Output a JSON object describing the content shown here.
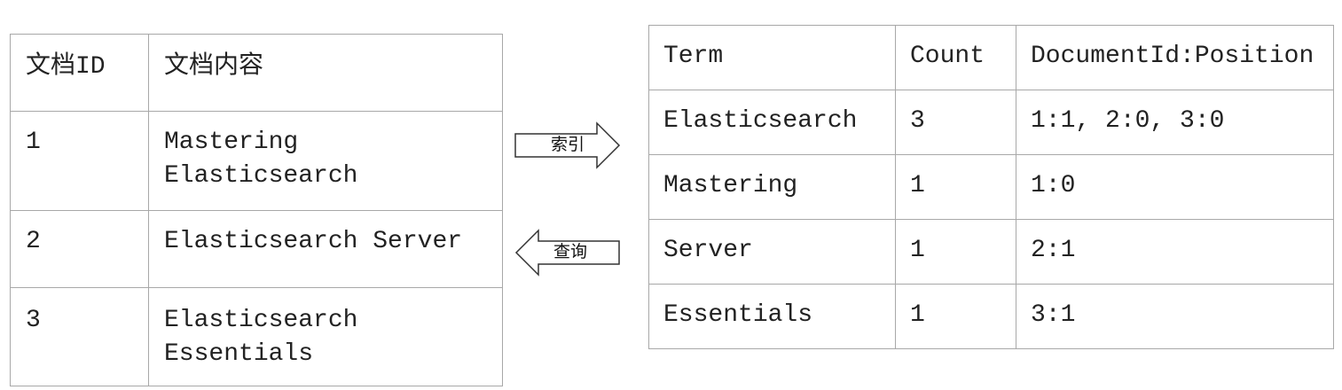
{
  "documents_table": {
    "headers": [
      "文档ID",
      "文档内容"
    ],
    "rows": [
      {
        "id": "1",
        "content": "Mastering\nElasticsearch"
      },
      {
        "id": "2",
        "content": "Elasticsearch Server"
      },
      {
        "id": "3",
        "content": "Elasticsearch\nEssentials"
      }
    ]
  },
  "arrows": {
    "index_label": "索引",
    "query_label": "查询"
  },
  "index_table": {
    "headers": [
      "Term",
      "Count",
      "DocumentId:Position"
    ],
    "rows": [
      {
        "term": "Elasticsearch",
        "count": "3",
        "positions": "1:1, 2:0, 3:0"
      },
      {
        "term": "Mastering",
        "count": "1",
        "positions": "1:0"
      },
      {
        "term": "Server",
        "count": "1",
        "positions": "2:1"
      },
      {
        "term": "Essentials",
        "count": "1",
        "positions": "3:1"
      }
    ]
  }
}
